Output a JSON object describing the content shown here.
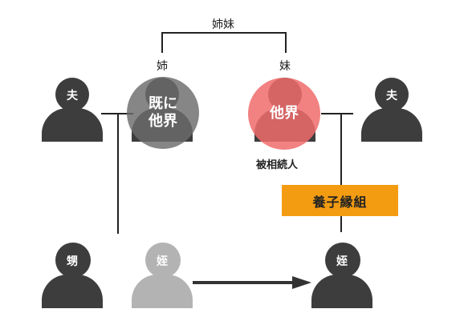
{
  "labels": {
    "siblings": "姉妹",
    "elder_sister": "姉",
    "younger_sister": "妹",
    "decedent": "被相続人"
  },
  "people": {
    "left_husband": "夫",
    "right_husband": "夫",
    "nephew": "甥",
    "niece_faded": "姪",
    "niece_adopted": "姪"
  },
  "overlays": {
    "elder_deceased": "既に他界",
    "younger_deceased": "他界"
  },
  "badge": "養子縁組",
  "colors": {
    "person": "#3d3d3d",
    "faded_person": "#b3b3b3",
    "deceased_overlay": "#6b6b6b",
    "decedent_overlay": "#f06b6b",
    "badge": "#f39c12"
  }
}
